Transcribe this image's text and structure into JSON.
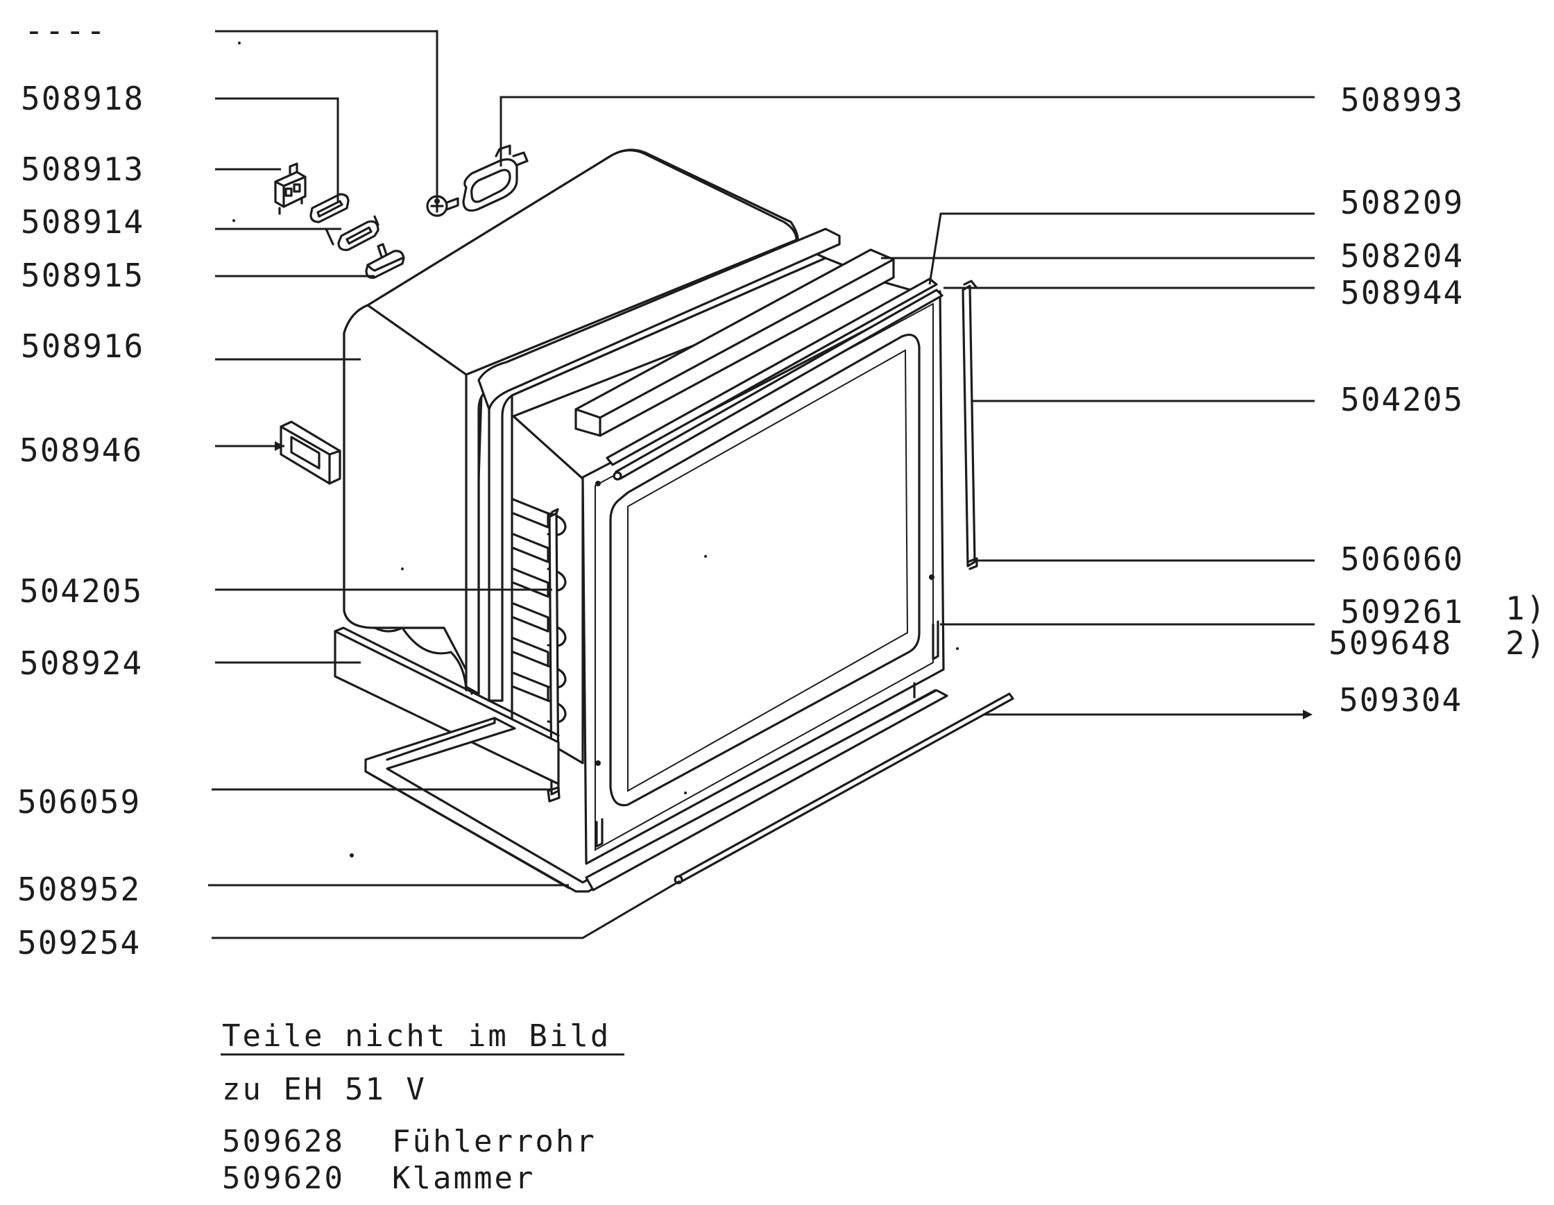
{
  "labels_left": [
    {
      "id": "l0",
      "text": "----"
    },
    {
      "id": "l1",
      "text": "508918"
    },
    {
      "id": "l2",
      "text": "508913"
    },
    {
      "id": "l3",
      "text": "508914"
    },
    {
      "id": "l4",
      "text": "508915"
    },
    {
      "id": "l5",
      "text": "508916"
    },
    {
      "id": "l6",
      "text": "508946"
    },
    {
      "id": "l7",
      "text": "504205"
    },
    {
      "id": "l8",
      "text": "508924"
    },
    {
      "id": "l9",
      "text": "506059"
    },
    {
      "id": "l10",
      "text": "508952"
    },
    {
      "id": "l11",
      "text": "509254"
    }
  ],
  "labels_right": [
    {
      "id": "r0",
      "text": "508993"
    },
    {
      "id": "r1",
      "text": "508209"
    },
    {
      "id": "r2",
      "text": "508204"
    },
    {
      "id": "r3",
      "text": "508944"
    },
    {
      "id": "r4",
      "text": "504205"
    },
    {
      "id": "r5",
      "text": "506060"
    },
    {
      "id": "r6",
      "text": "509261",
      "footnote": "1)"
    },
    {
      "id": "r7",
      "text": "509648",
      "footnote": "2)"
    },
    {
      "id": "r8",
      "text": "509304"
    }
  ],
  "notes": {
    "heading": "Teile nicht im Bild",
    "model": "zu EH 51 V",
    "parts": [
      {
        "number": "509628",
        "name": "Fühlerrohr"
      },
      {
        "number": "509620",
        "name": "Klammer"
      }
    ]
  }
}
